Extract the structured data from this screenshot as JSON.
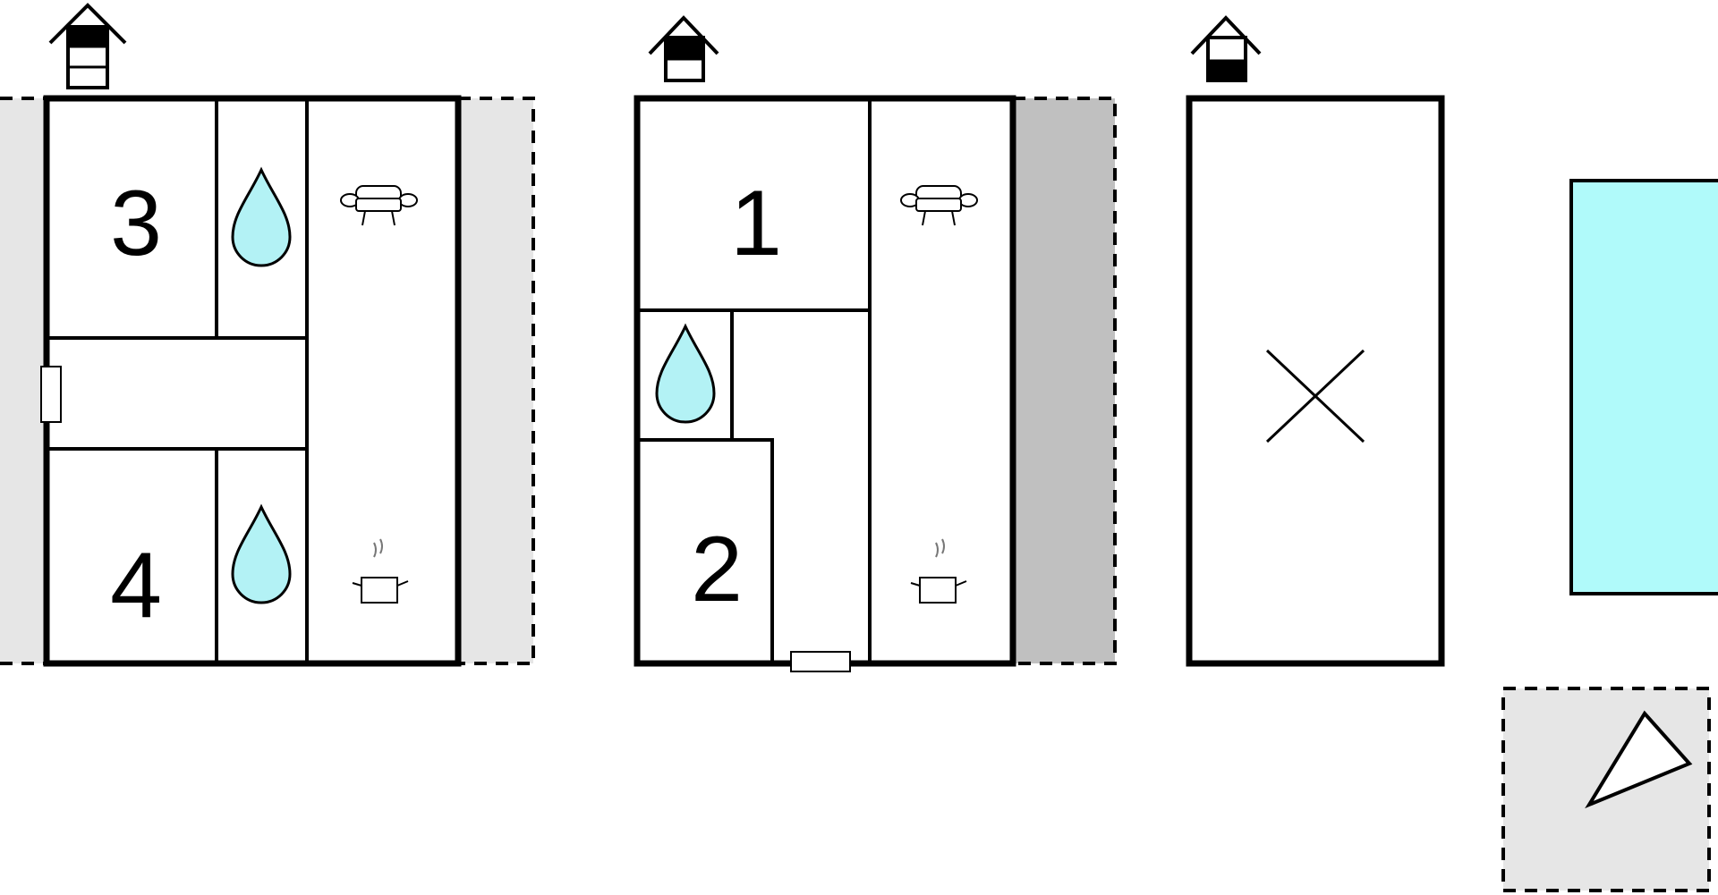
{
  "floors": [
    {
      "level_label": "3",
      "rooms": [
        {
          "label": "3"
        },
        {
          "label": "4"
        }
      ]
    },
    {
      "level_label": "2",
      "rooms": [
        {
          "label": "1"
        },
        {
          "label": "2"
        }
      ]
    },
    {
      "level_label": "1"
    }
  ],
  "colors": {
    "wall": "#000000",
    "water": "#b3f2f5",
    "pool": "#b0fafa",
    "terrace_light": "#e6e6e6",
    "terrace_dark": "#c0c0c0"
  },
  "icons": {
    "floor_level": "floor-level-house-icon",
    "bathroom": "water-drop-icon",
    "living_room": "sofa-icon",
    "kitchen": "cooking-pot-icon",
    "no_access": "cross-icon",
    "north": "north-arrow-icon",
    "door": "door-icon"
  }
}
